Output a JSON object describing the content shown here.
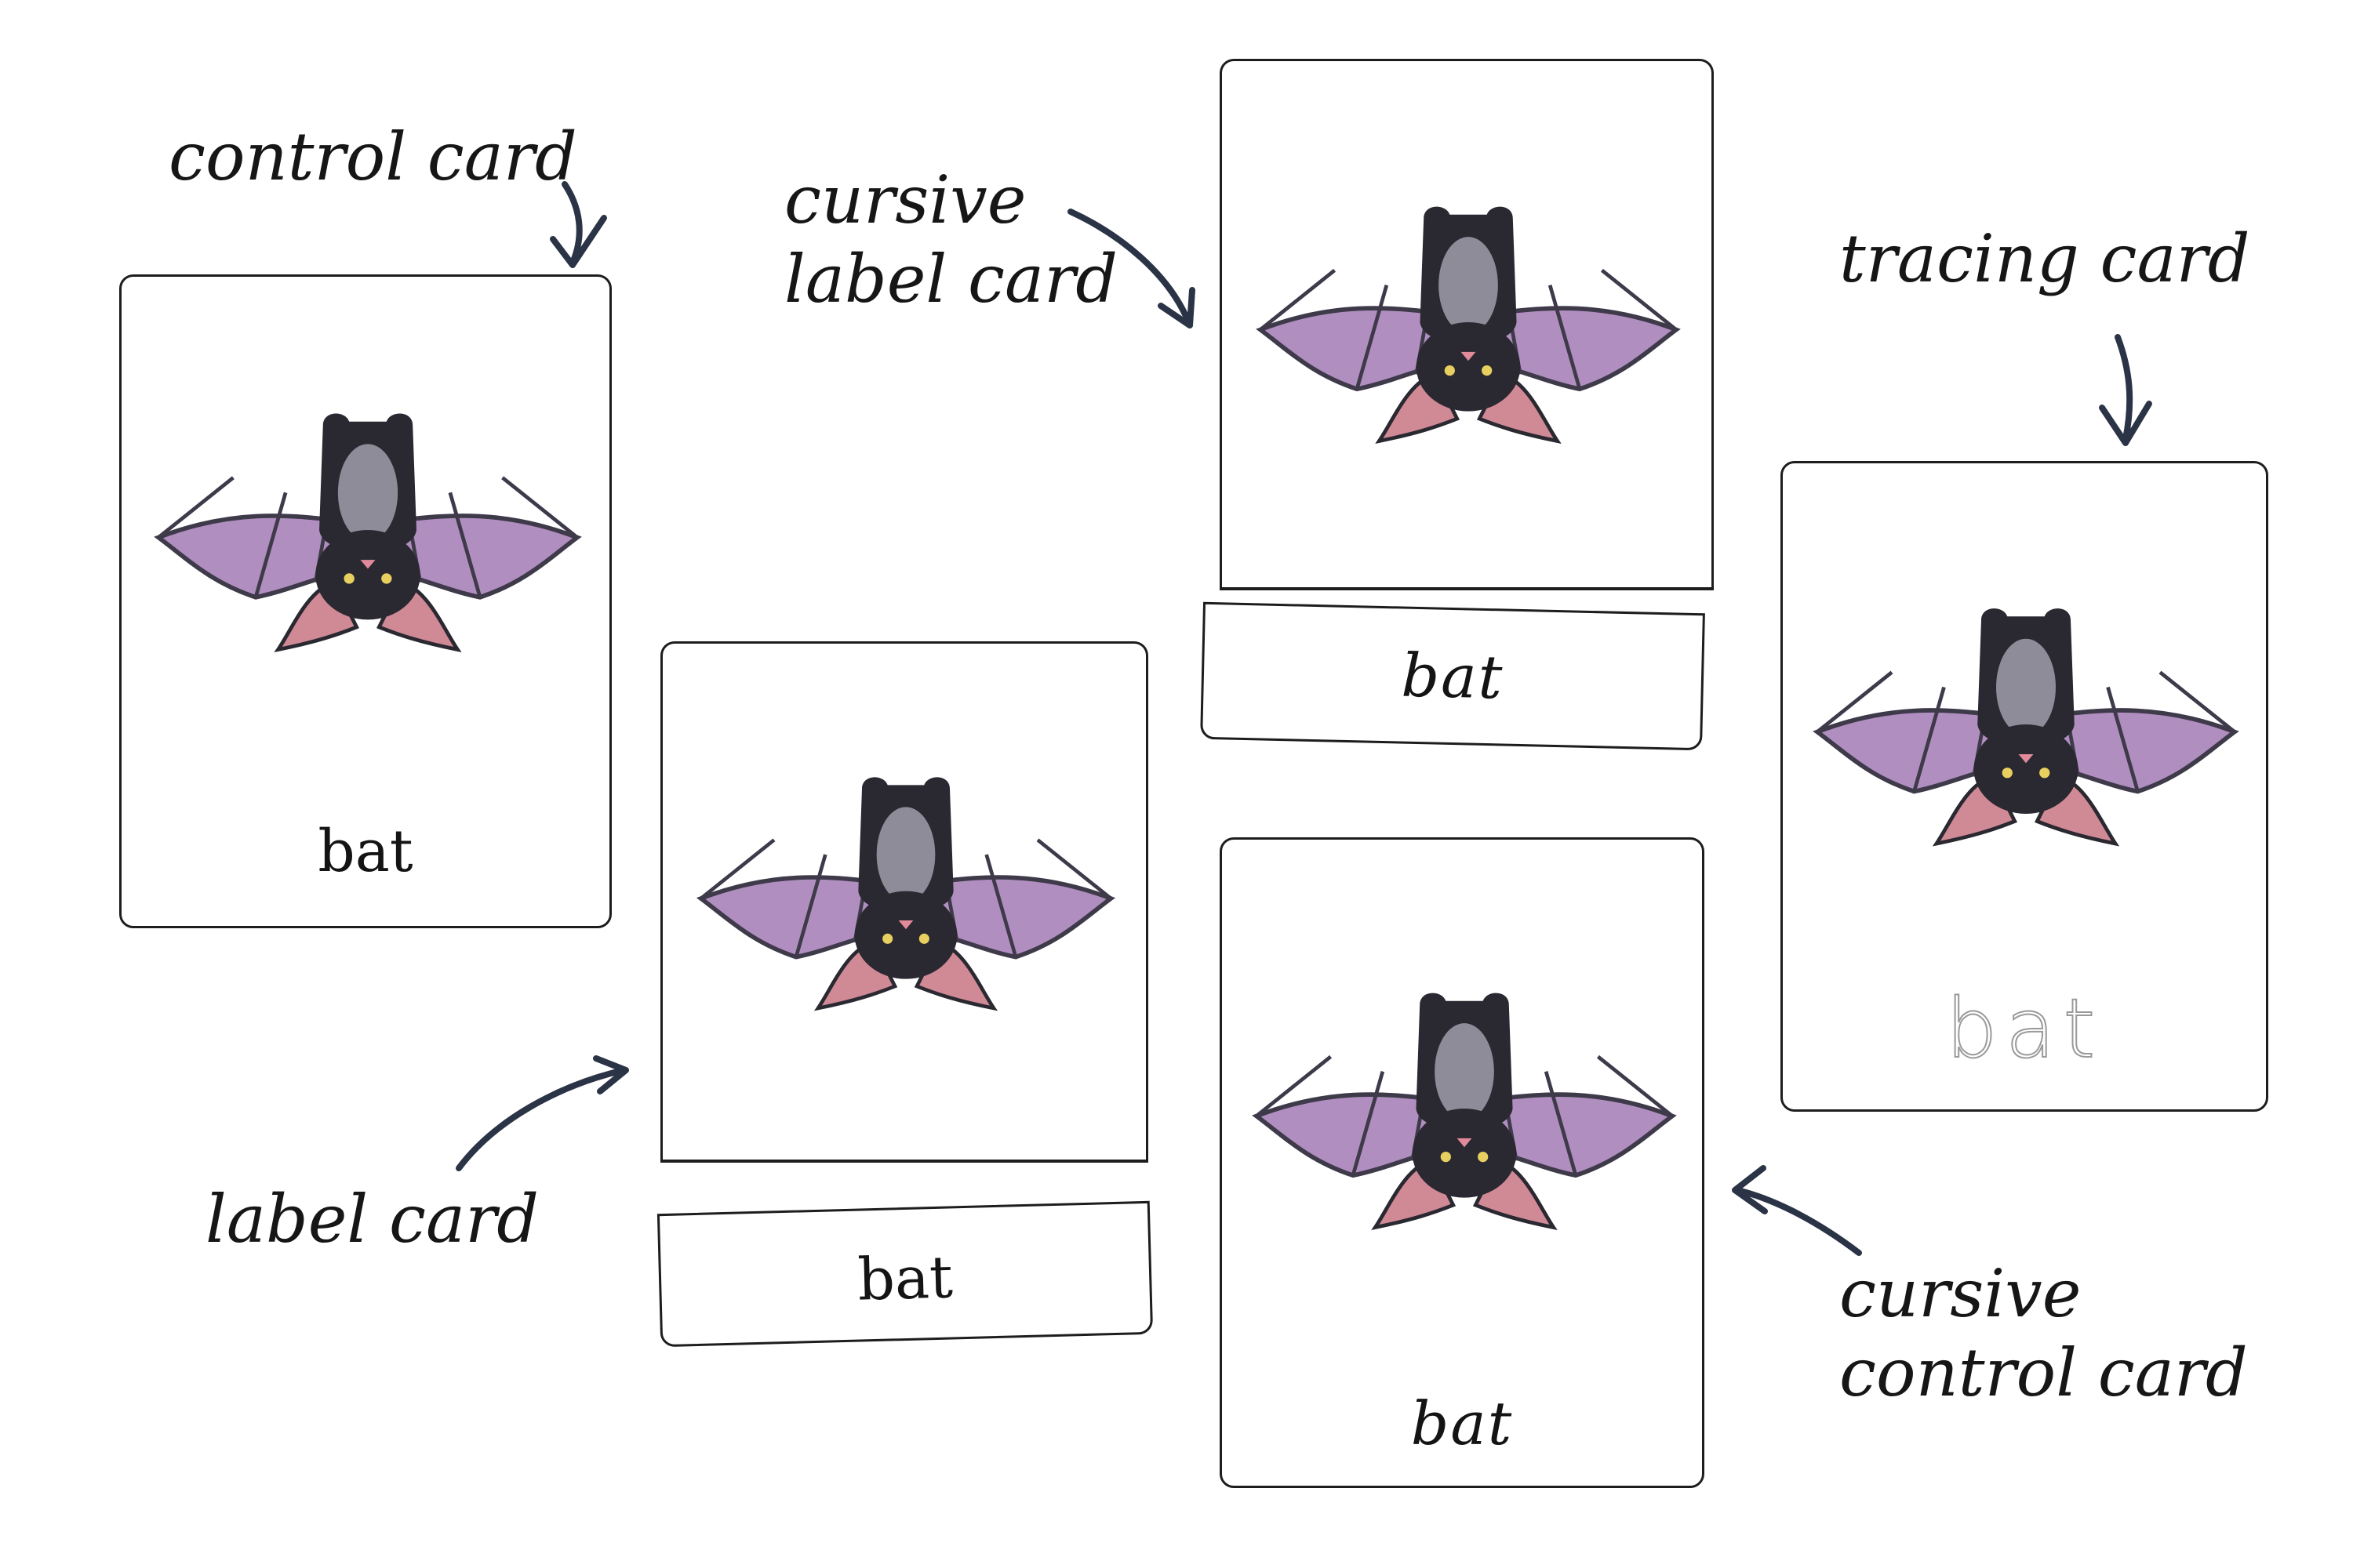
{
  "annotations": {
    "control_card": "control card",
    "cursive_label_card_line1": "cursive",
    "cursive_label_card_line2": "label card",
    "tracing_card": "tracing card",
    "label_card": "label card",
    "cursive_control_card_line1": "cursive",
    "cursive_control_card_line2": "control card"
  },
  "cards": {
    "control_word": "bat",
    "label_word": "bat",
    "cursive_label_word": "bat",
    "cursive_control_word": "bat",
    "tracing_word": "bat"
  },
  "colors": {
    "wing": "#b08fc0",
    "wing_dark": "#3f3a4a",
    "body": "#2a2830",
    "belly": "#8e8c98",
    "ear": "#d08a96",
    "arrow": "#2b3446"
  }
}
